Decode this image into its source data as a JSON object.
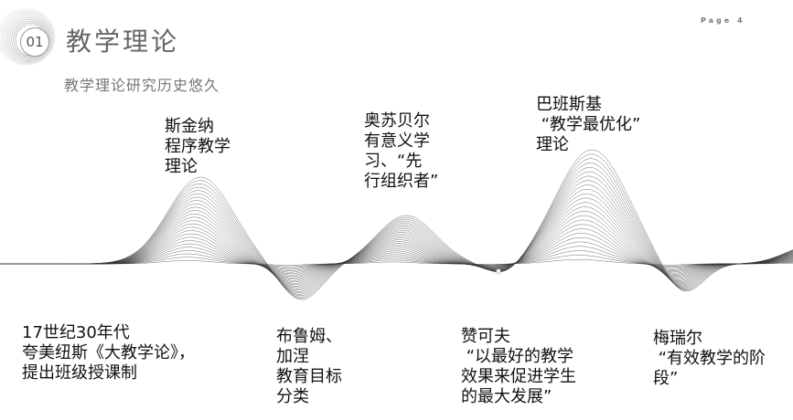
{
  "header": {
    "badge_number": "01",
    "title": "教学理论",
    "subtitle": "教学理论研究历史悠久",
    "page_label": "Page 4"
  },
  "timeline": {
    "top": [
      {
        "name": "skinner",
        "text": "斯金纳\n程序教学\n理论"
      },
      {
        "name": "ausubel",
        "text": "奥苏贝尔\n有意义学\n习、“先\n行组织者”"
      },
      {
        "name": "babansky",
        "text": "巴班斯基\n “教学最优化”\n理论"
      }
    ],
    "bottom": [
      {
        "name": "comenius",
        "text": "17世纪30年代\n夸美纽斯《大教学论》，\n提出班级授课制"
      },
      {
        "name": "bloom",
        "text": "布鲁姆、\n加涅\n教育目标\n分类"
      },
      {
        "name": "zankov",
        "text": "赞可夫\n “以最好的教学\n效果来促进学生\n的最大发展”"
      },
      {
        "name": "meyer",
        "text": "梅瑞尔\n “有效教学的阶\n段”"
      }
    ]
  },
  "colors": {
    "wave_stroke": "#333333",
    "badge_ring": "#888888",
    "title": "#666666"
  }
}
